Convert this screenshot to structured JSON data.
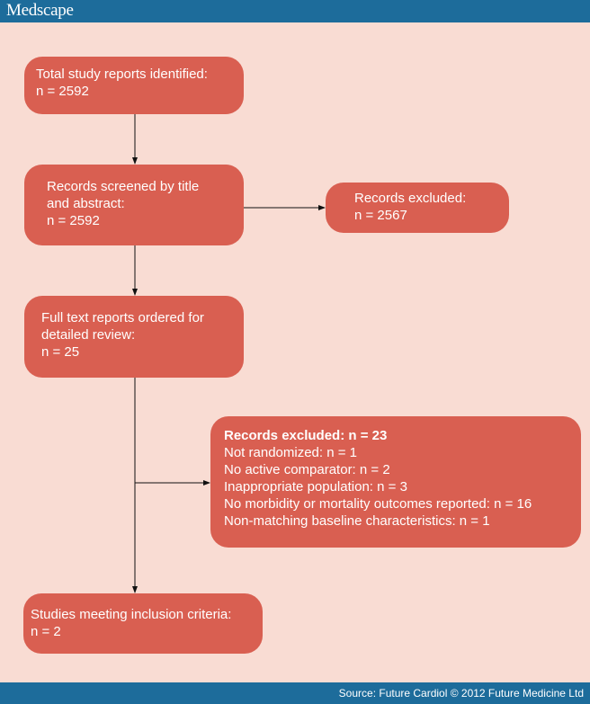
{
  "header": {
    "brand": "Medscape"
  },
  "footer": {
    "source": "Source: Future Cardiol © 2012 Future Medicine Ltd"
  },
  "flowchart": {
    "identified": {
      "lines": [
        "Total study reports identified:",
        "n = 2592"
      ]
    },
    "screened": {
      "lines": [
        "Records screened by title",
        "and abstract:",
        "n = 2592"
      ]
    },
    "excluded_screen": {
      "lines": [
        "Records excluded:",
        "n = 2567"
      ]
    },
    "fulltext": {
      "lines": [
        "Full text reports ordered for",
        "detailed review:",
        "n = 25"
      ]
    },
    "excluded_fulltext": {
      "title": "Records excluded: n = 23",
      "reasons": [
        "Not randomized: n = 1",
        "No active comparator: n = 2",
        "Inappropriate population: n = 3",
        "No morbidity or mortality outcomes reported: n = 16",
        "Non-matching baseline characteristics: n = 1"
      ]
    },
    "included": {
      "lines": [
        "Studies meeting inclusion criteria:",
        "n = 2"
      ]
    }
  },
  "colors": {
    "background": "#f9dcd3",
    "box": "#d95f51",
    "bar": "#1d6c9b",
    "text": "#ffffff"
  }
}
